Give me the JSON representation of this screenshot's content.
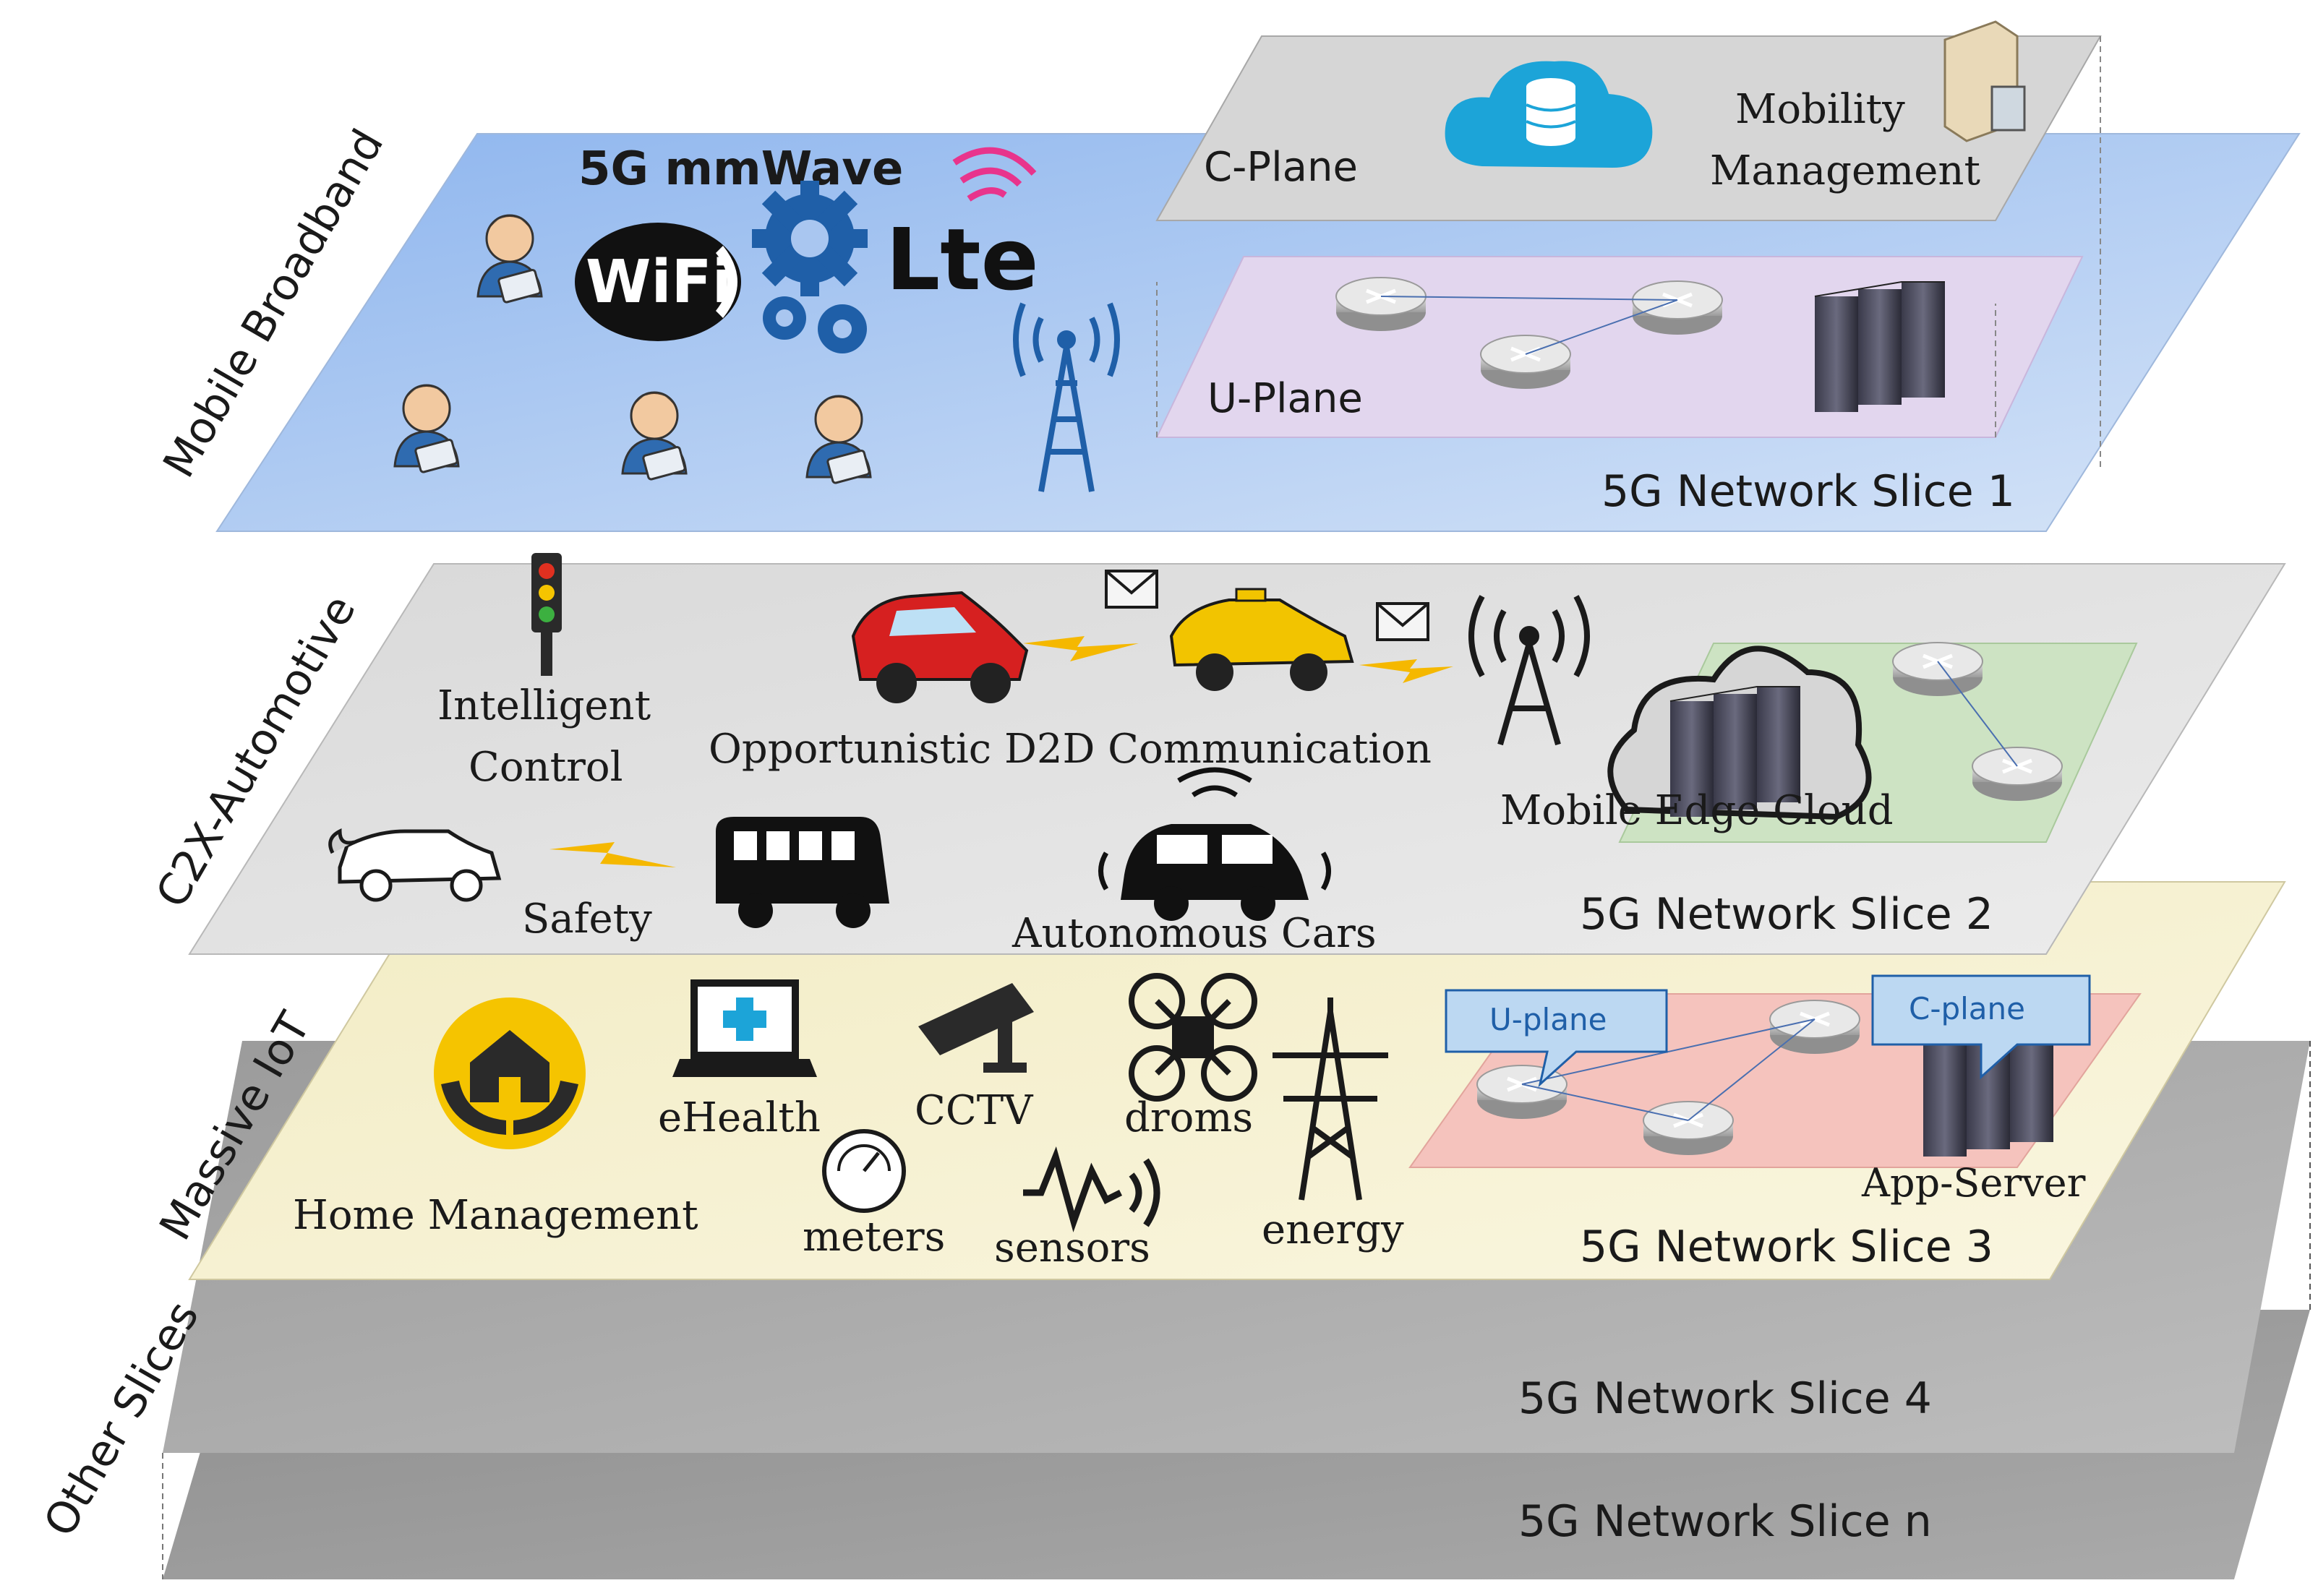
{
  "side_labels": {
    "mobile_broadband": "Mobile Broadband",
    "c2x_automotive": "C2X-Automotive",
    "massive_iot": "Massive IoT",
    "other_slices": "Other Slices"
  },
  "slice1": {
    "name": "5G Network Slice 1",
    "mmwave": "5G mmWave",
    "wifi": "WiFi",
    "lte": "Lte",
    "c_plane": "C-Plane",
    "u_plane": "U-Plane",
    "mobility_line1": "Mobility",
    "mobility_line2": "Management"
  },
  "slice2": {
    "name": "5G Network Slice 2",
    "intelligent_line1": "Intelligent",
    "intelligent_line2": "Control",
    "d2d": "Opportunistic  D2D Communication",
    "edge": "Mobile Edge Cloud",
    "safety": "Safety",
    "autonomous": "Autonomous  Cars"
  },
  "slice3": {
    "name": "5G Network Slice 3",
    "home": "Home Management",
    "ehealth": "eHealth",
    "cctv": "CCTV",
    "droms": "droms",
    "meters": "meters",
    "sensors": "sensors",
    "energy": "energy",
    "u_plane": "U-plane",
    "c_plane": "C-plane",
    "app_server": "App-Server"
  },
  "slice4": {
    "name": "5G Network Slice 4"
  },
  "slicen": {
    "name": "5G Network Slice n"
  },
  "colors": {
    "slice1": "#a9c6f0",
    "slice2": "#e4e4e4",
    "slice3": "#f6f1cf",
    "slice4": "#a8a8a8",
    "slicen": "#9a9a9a",
    "c_plane_sheet": "#d8d8d8",
    "u_plane_sheet": "#e2d6ee",
    "edge_sheet": "#cfe2c6",
    "iot_sheet": "#f6c9c4",
    "accent_blue": "#1f5fa8",
    "cloud_blue": "#1ca4d8"
  }
}
